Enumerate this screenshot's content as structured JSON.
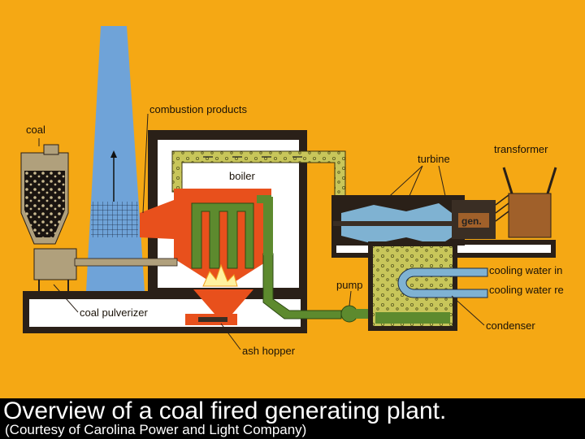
{
  "labels": {
    "coal": "coal",
    "combustion_products": "combustion products",
    "boiler": "boiler",
    "turbine": "turbine",
    "transformer": "transformer",
    "gen": "gen.",
    "cooling_water_in": "cooling water in",
    "cooling_water_re": "cooling water re",
    "pump": "pump",
    "coal_pulverizer": "coal pulverizer",
    "ash_hopper": "ash hopper",
    "condenser": "condenser"
  },
  "caption": {
    "title": "Overview of a coal fired generating plant.",
    "subtitle": "(Courtesy of Carolina Power and Light Company)"
  },
  "colors": {
    "background": "#f5a814",
    "stack": "#6fa3d8",
    "furnace": "#e8501c",
    "steam": "#c8c65a",
    "water": "#5d8a2e",
    "coal_bin": "#b0a07c",
    "machinery": "#3a2e24",
    "turbine": "#7fb2d2",
    "transformer": "#a0602a",
    "caption_bg": "#000000",
    "caption_text": "#ffffff"
  }
}
